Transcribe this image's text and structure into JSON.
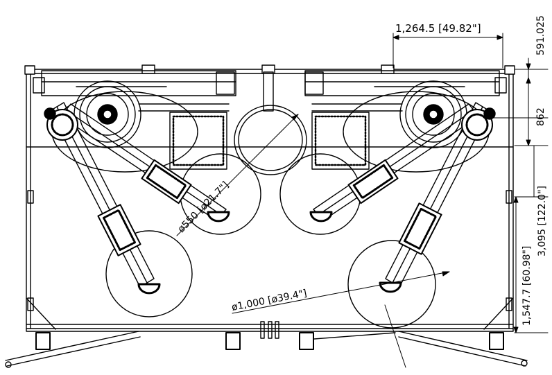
{
  "drawing": {
    "line_color": "#000000",
    "background": "#ffffff",
    "dimensions": {
      "top_width": "1,264.5 [49.82\"]",
      "top_right_vertical": "591.025",
      "right_upper": "862",
      "right_overall": "3,095 [122.0\"]",
      "right_lower": "1,547.7 [60.98\"]",
      "small_circle_diameter": "ø550 [ø21.7\"]",
      "large_circle_diameter": "ø1,000 [ø39.4\"]"
    }
  }
}
